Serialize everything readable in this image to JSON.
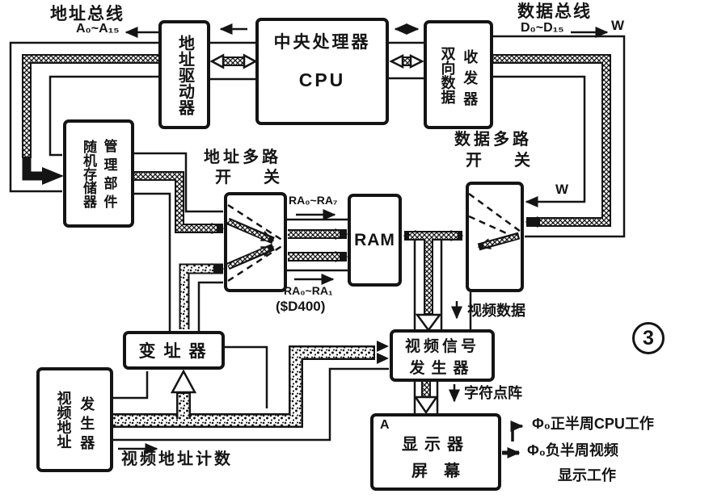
{
  "figure": {
    "badge": "3"
  },
  "buses": {
    "address": {
      "title": "地址总线",
      "range": "A₀~A₁₅"
    },
    "data": {
      "title": "数据总线",
      "range": "D₀~D₁₅",
      "w": "W"
    }
  },
  "boxes": {
    "addr_driver": {
      "label": "地址驱动器"
    },
    "cpu": {
      "name": "中央处理器",
      "abbr": "CPU"
    },
    "transceiver": {
      "col1": "双向数据",
      "col2": "收发器"
    },
    "mem_mgmt": {
      "col1": "随机存储器",
      "col2": "管理部件"
    },
    "addr_mux": {
      "line1": "地址多路",
      "line2": "开　　关"
    },
    "data_mux": {
      "line1": "数据多路",
      "line2": "开　　关"
    },
    "ram": {
      "label": "RAM"
    },
    "indexer": {
      "label": "变址器"
    },
    "video_addr_gen": {
      "col1": "视频地址",
      "col2": "发生器"
    },
    "video_signal_gen": {
      "line1": "视频信号",
      "line2": "发生器"
    },
    "display": {
      "corner": "A",
      "line1": "显示器",
      "line2": "屏　幕"
    }
  },
  "signals": {
    "ra_top": "RA₀~RA₇",
    "ra_bottom": "RA₀~RA₁",
    "ra_bottom_addr": "($D400)",
    "write": "W",
    "video_data": "视频数据",
    "char_matrix": "字符点阵",
    "video_addr_count": "视频地址计数",
    "phi_positive": "Φ₀正半周CPU工作",
    "phi_negative_1": "Φ₀负半周视频",
    "phi_negative_2": "显示工作"
  }
}
